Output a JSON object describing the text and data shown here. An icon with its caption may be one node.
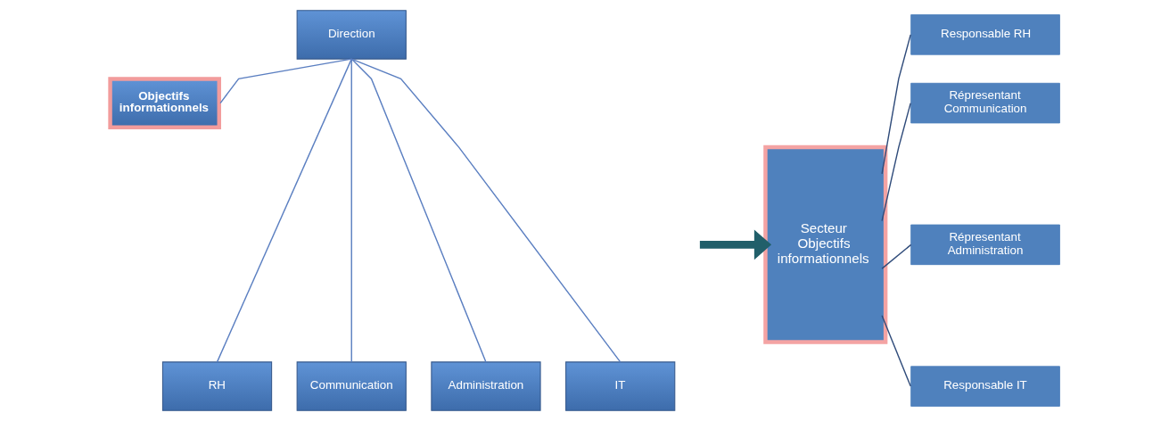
{
  "diagram": {
    "nodes": [
      {
        "text": [
          "Direction"
        ]
      },
      {
        "text": [
          "Objectifs informationnels"
        ]
      },
      {
        "text": [
          "RH"
        ]
      },
      {
        "text": [
          "Communication"
        ]
      },
      {
        "text": [
          "Administration"
        ]
      },
      {
        "text": [
          "IT"
        ]
      },
      {
        "text": [
          "Secteur Objectifs informationnels"
        ]
      },
      {
        "text": [
          "Responsable RH"
        ]
      },
      {
        "text": [
          "Répresentant Communication"
        ]
      },
      {
        "text": [
          "Répresentant Administration"
        ]
      },
      {
        "text": [
          "Responsable IT"
        ]
      }
    ],
    "edges": [
      {
        "from": 0,
        "to": 1,
        "arrow": "none"
      },
      {
        "from": 0,
        "to": 2,
        "arrow": "none"
      },
      {
        "from": 0,
        "to": 3,
        "arrow": "none"
      },
      {
        "from": 0,
        "to": 4,
        "arrow": "none"
      },
      {
        "from": 0,
        "to": 5,
        "arrow": "none"
      },
      {
        "from": null,
        "to": 6,
        "arrow": "to",
        "style": "thick",
        "color": "#215f6a"
      },
      {
        "from": 6,
        "to": 7,
        "arrow": "none",
        "color": "#2f4b7a"
      },
      {
        "from": 6,
        "to": 8,
        "arrow": "none",
        "color": "#2f4b7a"
      },
      {
        "from": 6,
        "to": 9,
        "arrow": "none",
        "color": "#2f4b7a"
      },
      {
        "from": 6,
        "to": 10,
        "arrow": "none",
        "color": "#2f4b7a"
      }
    ]
  }
}
